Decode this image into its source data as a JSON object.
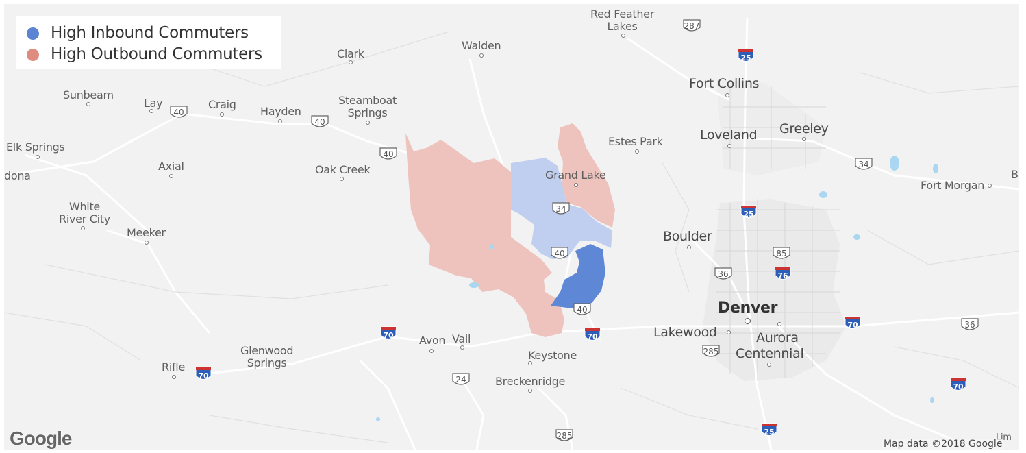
{
  "legend": {
    "inbound": {
      "label": "High Inbound Commuters",
      "color": "#5b84d2"
    },
    "outbound": {
      "label": "High Outbound Commuters",
      "color": "#e08b80"
    }
  },
  "region_colors": {
    "outbound": "#eec3bd",
    "inbound_light": "#c0cff0",
    "inbound_dark": "#5e87d6"
  },
  "attribution": {
    "logo": "Google",
    "copyright": "Map data ©2018 Google"
  },
  "places": {
    "red_feather": "Red Feather\nLakes",
    "walden": "Walden",
    "clark": "Clark",
    "fort_collins": "Fort Collins",
    "sunbeam": "Sunbeam",
    "lay": "Lay",
    "craig": "Craig",
    "hayden": "Hayden",
    "steamboat": "Steamboat\nSprings",
    "loveland": "Loveland",
    "greeley": "Greeley",
    "estes_park": "Estes Park",
    "elk_springs": "Elk Springs",
    "dona": "dona",
    "axial": "Axial",
    "oak_creek": "Oak Creek",
    "grand_lake": "Grand Lake",
    "fort_morgan": "Fort Morgan",
    "edge_b": "B",
    "white_river": "White\nRiver City",
    "meeker": "Meeker",
    "boulder": "Boulder",
    "denver": "Denver",
    "lakewood": "Lakewood",
    "aurora": "Aurora",
    "centennial": "Centennial",
    "avon": "Avon",
    "vail": "Vail",
    "keystone": "Keystone",
    "glenwood": "Glenwood\nSprings",
    "rifle": "Rifle",
    "breckenridge": "Breckenridge",
    "edge_lim": "Lim"
  },
  "shields_us": {
    "a": "287",
    "b": "40",
    "c": "40",
    "d": "40",
    "e": "34",
    "f": "34",
    "g": "40",
    "h": "85",
    "i": "36",
    "j": "40",
    "k": "285",
    "l": "24",
    "m": "36",
    "n": "285"
  },
  "shields_i": {
    "a": "25",
    "b": "25",
    "c": "76",
    "d": "70",
    "e": "70",
    "f": "70",
    "g": "70",
    "h": "70",
    "i": "25"
  }
}
